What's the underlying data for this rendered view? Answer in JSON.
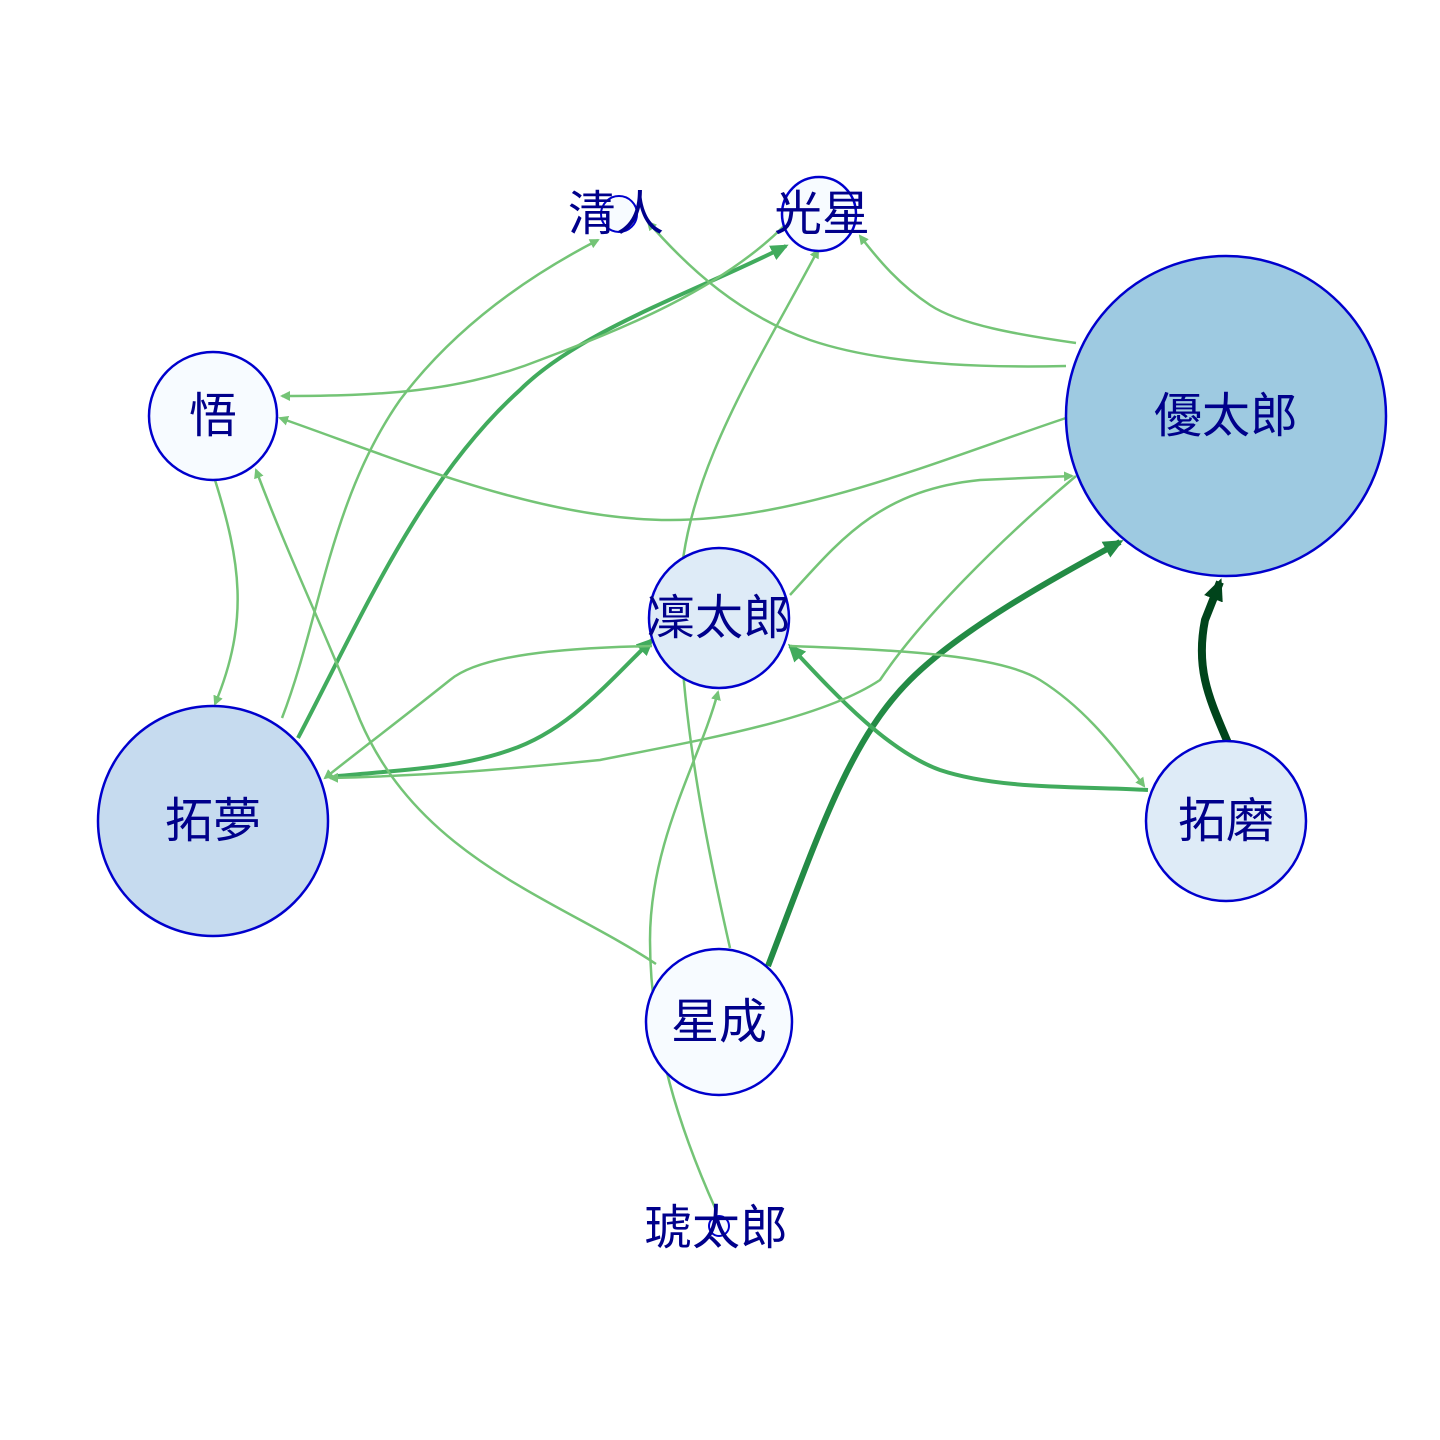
{
  "colors": {
    "node_stroke": "#0000CD",
    "label": "#00008B",
    "edge_light": "#74C476",
    "edge_medium": "#41AB5D",
    "edge_strong": "#238B45",
    "edge_strongest": "#00441B"
  },
  "nodes": [
    {
      "id": "yutaro",
      "label": "優太郎",
      "fill": "#9ECAE1"
    },
    {
      "id": "takumu",
      "label": "拓夢",
      "fill": "#C6DBEF"
    },
    {
      "id": "rintaro",
      "label": "凜太郎",
      "fill": "#DEEBF7"
    },
    {
      "id": "takuma",
      "label": "拓磨",
      "fill": "#DEEBF7"
    },
    {
      "id": "satoru",
      "label": "悟",
      "fill": "#F7FBFF"
    },
    {
      "id": "seisei",
      "label": "星成",
      "fill": "#F7FBFF"
    },
    {
      "id": "kosei",
      "label": "光星",
      "fill": "#F7FBFF"
    },
    {
      "id": "kiyoto",
      "label": "清人",
      "fill": "#F7FBFF"
    },
    {
      "id": "kotaro",
      "label": "琥太郎",
      "fill": "#F7FBFF"
    }
  ],
  "edges": [
    {
      "from": "takuma",
      "to": "yutaro",
      "weight": 4
    },
    {
      "from": "seisei",
      "to": "yutaro",
      "weight": 3
    },
    {
      "from": "takumu",
      "to": "kosei",
      "weight": 2
    },
    {
      "from": "takumu",
      "to": "rintaro",
      "weight": 2
    },
    {
      "from": "takuma",
      "to": "rintaro",
      "weight": 2
    },
    {
      "from": "yutaro",
      "to": "kosei",
      "weight": 1
    },
    {
      "from": "yutaro",
      "to": "kiyoto",
      "weight": 1
    },
    {
      "from": "yutaro",
      "to": "satoru",
      "weight": 1
    },
    {
      "from": "yutaro",
      "to": "takumu",
      "weight": 1
    },
    {
      "from": "kosei",
      "to": "satoru",
      "weight": 1
    },
    {
      "from": "takumu",
      "to": "kiyoto",
      "weight": 1
    },
    {
      "from": "satoru",
      "to": "takumu",
      "weight": 1
    },
    {
      "from": "rintaro",
      "to": "yutaro",
      "weight": 1
    },
    {
      "from": "rintaro",
      "to": "takuma",
      "weight": 1
    },
    {
      "from": "rintaro",
      "to": "takumu",
      "weight": 1
    },
    {
      "from": "seisei",
      "to": "satoru",
      "weight": 1
    },
    {
      "from": "seisei",
      "to": "kosei",
      "weight": 1
    },
    {
      "from": "kotaro",
      "to": "rintaro",
      "weight": 1
    }
  ]
}
